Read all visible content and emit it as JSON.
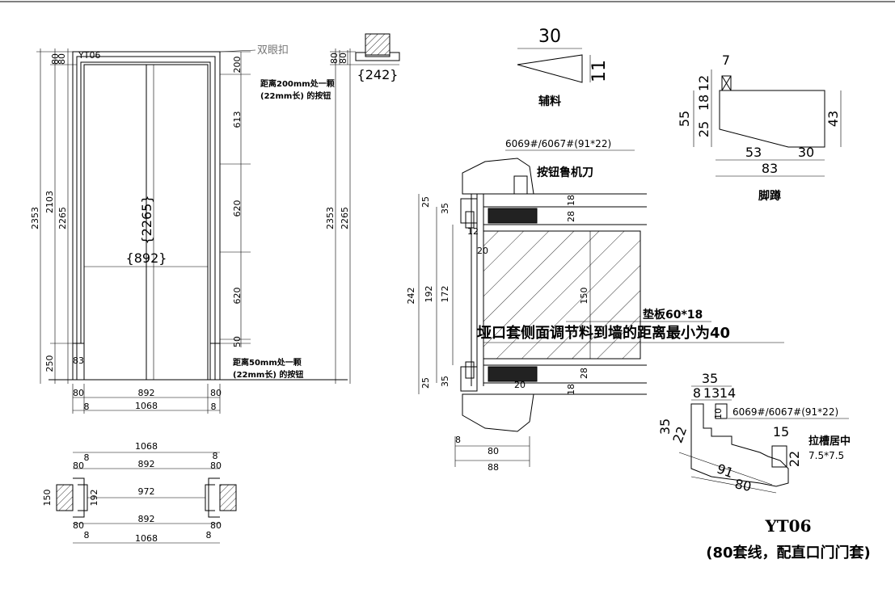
{
  "front_view": {
    "top_gap": "80",
    "top_gap_b": "80",
    "profile_code": "YT06",
    "height_total": "2353",
    "height_2103": "2103",
    "height_2265": "2265",
    "height_250": "250",
    "height_83": "83",
    "leaf_height": "{2265}",
    "leaf_width": "{892}",
    "right_callout": "双眼扣",
    "dist_200": "200",
    "dist_613": "613",
    "dist_620a": "620",
    "dist_620b": "620",
    "dist_50": "50",
    "note_top_1": "距离200mm处一颗",
    "note_top_2": "(22mm长) 的按钮",
    "note_bot_1": "距离50mm处一颗",
    "note_bot_2": "(22mm长) 的按钮",
    "right_2353": "2353",
    "right_2265": "2265",
    "bottom_80_left": "80",
    "bottom_892": "892",
    "bottom_80_right": "80",
    "bottom_8_left": "8",
    "bottom_1068": "1068",
    "bottom_8_right": "8"
  },
  "top_detail": {
    "dim_80a": "80",
    "dim_80b": "80",
    "width": "{242}"
  },
  "plan_view": {
    "top_1068": "1068",
    "top_8_right": "8",
    "top_80_left": "80",
    "top_8_left": "8",
    "top_892": "892",
    "top_80_right": "80",
    "top_8_right_b": "8",
    "left_150": "150",
    "left_192": "192",
    "mid_972": "972",
    "bot_892": "892",
    "bot_80_left": "80",
    "bot_80_right": "80",
    "bot_8_left": "8",
    "bot_8_right": "8",
    "bot_1068": "1068"
  },
  "wedge": {
    "width": "30",
    "height": "11",
    "label": "辅料"
  },
  "skirting": {
    "dim_7": "7",
    "dim_55": "55",
    "dim_18": "18",
    "dim_12": "12",
    "dim_25": "25",
    "dim_43": "43",
    "dim_53": "53",
    "dim_30": "30",
    "dim_83": "83",
    "label": "脚蹲"
  },
  "section": {
    "profile_top": "6069#/6067#(91*22)",
    "knife_label": "按钮鲁机刀",
    "dim_25_top": "25",
    "dim_35_top": "35",
    "dim_18_top": "18",
    "dim_28_top": "28",
    "dim_12": "12",
    "dim_20_top": "20",
    "dim_242": "242",
    "dim_192": "192",
    "dim_172": "172",
    "dim_150": "150",
    "pad_label": "垫板60*18",
    "big_note": "垭口套侧面调节料到墙的距离最小为40",
    "dim_25_bot": "25",
    "dim_35_bot": "35",
    "dim_20_bot": "20",
    "dim_28_bot": "28",
    "dim_18_bot": "18",
    "dim_8": "8",
    "dim_80": "80",
    "dim_88": "88"
  },
  "yt_profile": {
    "dim_35_top": "35",
    "dim_8": "8",
    "dim_13": "13",
    "dim_14": "14",
    "dim_10": "10",
    "code": "6069#/6067#(91*22)",
    "dim_15": "15",
    "groove_1": "拉槽居中",
    "groove_2": "7.5*7.5",
    "dim_35_left": "35",
    "dim_22_left": "22",
    "dim_22_right": "22",
    "dim_91": "91",
    "dim_80": "80",
    "title": "YT06",
    "subtitle": "(80套线，配直口门门套)"
  }
}
